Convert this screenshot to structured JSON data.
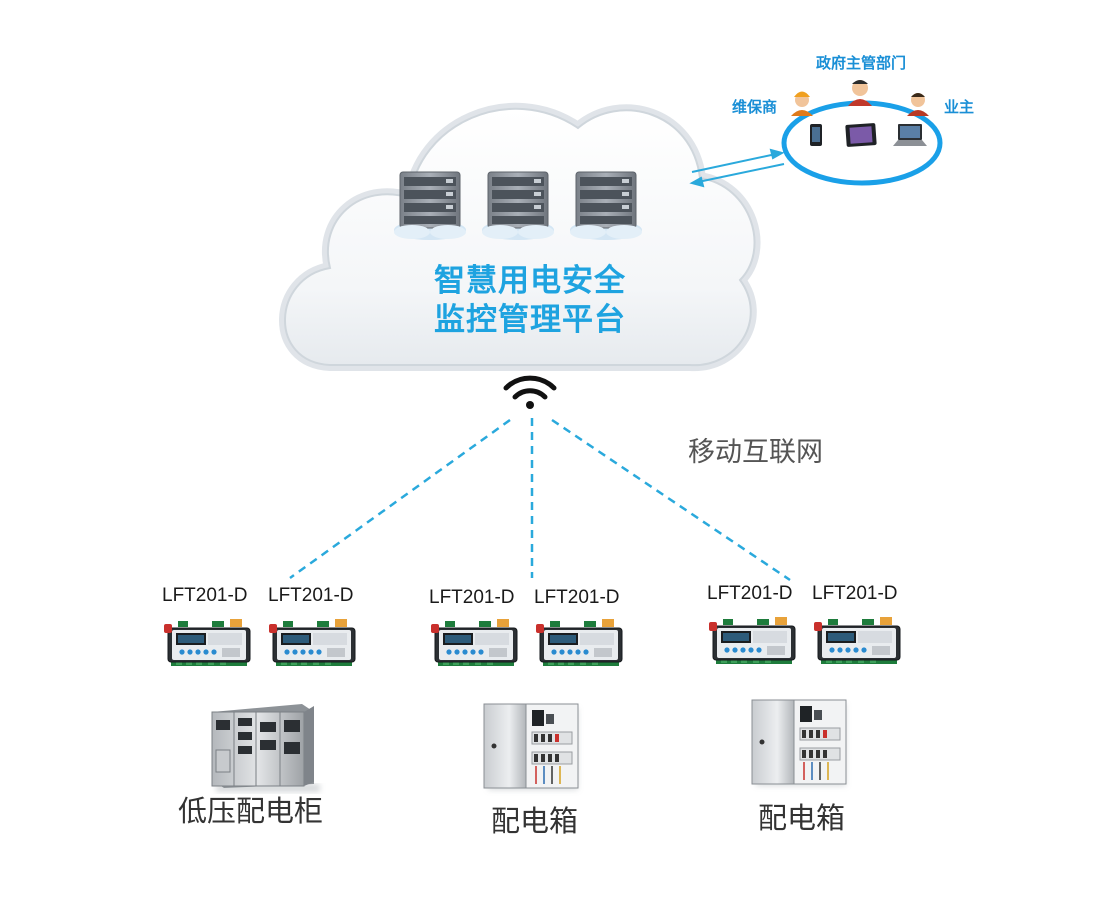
{
  "platform": {
    "title_line1": "智慧用电安全",
    "title_line2": "监控管理平台"
  },
  "network_label": "移动互联网",
  "stakeholders": [
    {
      "label": "维保商",
      "icon": "maintenance-worker-icon"
    },
    {
      "label": "政府主管部门",
      "icon": "government-officer-icon"
    },
    {
      "label": "业主",
      "icon": "owner-icon"
    }
  ],
  "terminals": [
    "phone-icon",
    "tablet-icon",
    "laptop-icon"
  ],
  "groups": [
    {
      "devices": [
        "LFT201-D",
        "LFT201-D"
      ],
      "equipment": "低压配电柜"
    },
    {
      "devices": [
        "LFT201-D",
        "LFT201-D"
      ],
      "equipment": "配电箱"
    },
    {
      "devices": [
        "LFT201-D",
        "LFT201-D"
      ],
      "equipment": "配电箱"
    }
  ],
  "colors": {
    "accent": "#1ea3e0",
    "link_dash": "#2aa9dc",
    "ring": "#1aa0e8"
  }
}
